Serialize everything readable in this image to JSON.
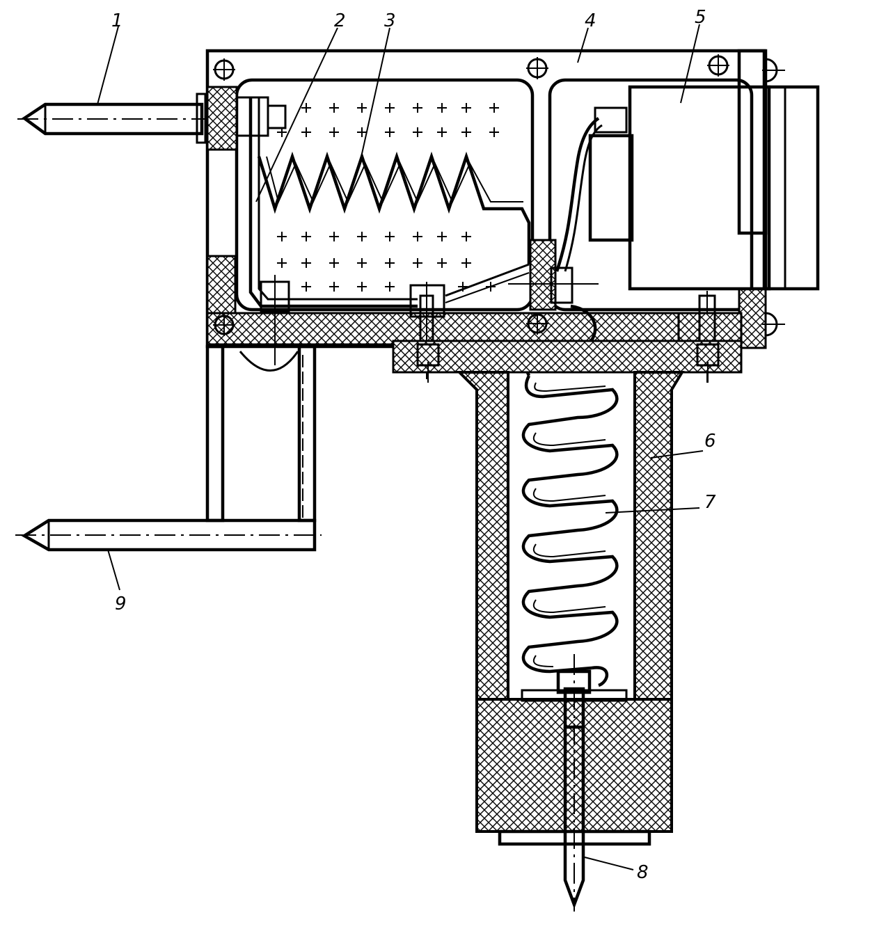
{
  "diagram": {
    "ink_color": "#000000",
    "paper_color": "#ffffff",
    "callouts": [
      {
        "id": "1",
        "label": "1"
      },
      {
        "id": "2",
        "label": "2"
      },
      {
        "id": "3",
        "label": "3"
      },
      {
        "id": "4",
        "label": "4"
      },
      {
        "id": "5",
        "label": "5"
      },
      {
        "id": "6",
        "label": "6"
      },
      {
        "id": "7",
        "label": "7"
      },
      {
        "id": "8",
        "label": "8"
      },
      {
        "id": "9",
        "label": "9"
      }
    ]
  }
}
